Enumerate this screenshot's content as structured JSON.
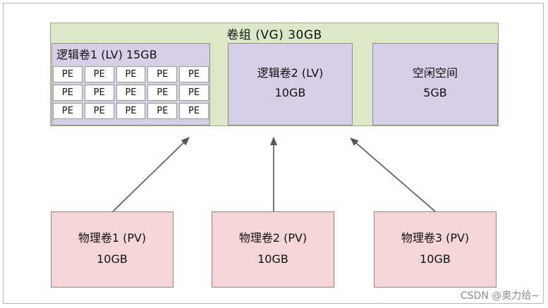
{
  "vg": {
    "title": "卷组 (VG)  30GB"
  },
  "lv1": {
    "title": "逻辑卷1 (LV)   15GB",
    "pe_label": "PE",
    "pe_rows": 3,
    "pe_cols": 5
  },
  "lv2": {
    "title": "逻辑卷2 (LV)",
    "size": "10GB"
  },
  "free_space": {
    "title": "空闲空间",
    "size": "5GB"
  },
  "pvs": [
    {
      "title": "物理卷1 (PV)",
      "size": "10GB"
    },
    {
      "title": "物理卷2 (PV)",
      "size": "10GB"
    },
    {
      "title": "物理卷3 (PV)",
      "size": "10GB"
    }
  ],
  "watermark": "CSDN @奥力给~",
  "colors": {
    "vg_fill": "#dde8c8",
    "lv_fill": "#d7cfe6",
    "pv_fill": "#f5d6d6",
    "arrow": "#555555"
  }
}
